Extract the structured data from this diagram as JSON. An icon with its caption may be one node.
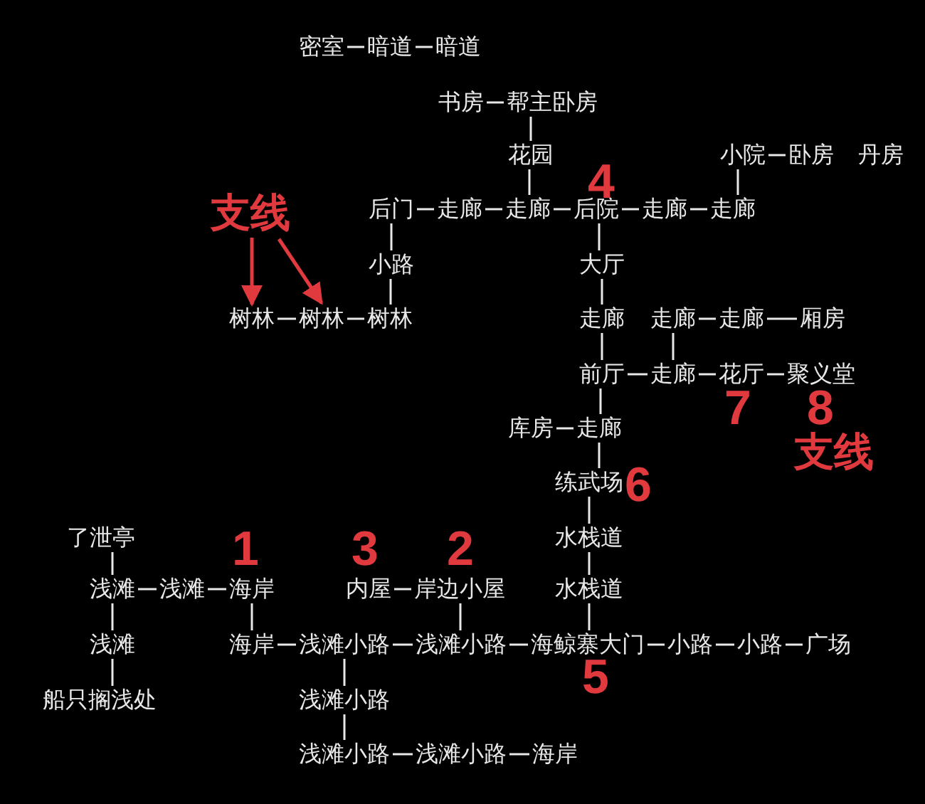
{
  "diagram": {
    "nodes": [
      {
        "text": [
          "密室"
        ]
      },
      {
        "text": [
          "暗道"
        ]
      },
      {
        "text": [
          "暗道"
        ]
      },
      {
        "text": [
          "书房"
        ]
      },
      {
        "text": [
          "帮主卧房"
        ]
      },
      {
        "text": [
          "花园"
        ]
      },
      {
        "text": [
          "后门"
        ]
      },
      {
        "text": [
          "走廊"
        ]
      },
      {
        "text": [
          "走廊"
        ]
      },
      {
        "text": [
          "后院"
        ]
      },
      {
        "text": [
          "走廊"
        ]
      },
      {
        "text": [
          "走廊"
        ]
      },
      {
        "text": [
          "小院"
        ]
      },
      {
        "text": [
          "卧房"
        ]
      },
      {
        "text": [
          "小路"
        ]
      },
      {
        "text": [
          "树林"
        ]
      },
      {
        "text": [
          "树林"
        ]
      },
      {
        "text": [
          "树林"
        ]
      },
      {
        "text": [
          "大厅"
        ]
      },
      {
        "text": [
          "走廊"
        ]
      },
      {
        "text": [
          "走廊"
        ]
      },
      {
        "text": [
          "走廊"
        ]
      },
      {
        "text": [
          "厢房"
        ]
      },
      {
        "text": [
          "前厅"
        ]
      },
      {
        "text": [
          "走廊"
        ]
      },
      {
        "text": [
          "花厅"
        ]
      },
      {
        "text": [
          "聚义堂"
        ]
      },
      {
        "text": [
          "库房"
        ]
      },
      {
        "text": [
          "走廊"
        ]
      },
      {
        "text": [
          "练武场"
        ]
      },
      {
        "text": [
          "水栈道"
        ]
      },
      {
        "text": [
          "水栈道"
        ]
      },
      {
        "text": [
          "了泄亭"
        ]
      },
      {
        "text": [
          "浅滩"
        ]
      },
      {
        "text": [
          "浅滩"
        ]
      },
      {
        "text": [
          "海岸"
        ]
      },
      {
        "text": [
          "内屋"
        ]
      },
      {
        "text": [
          "岸边小屋"
        ]
      },
      {
        "text": [
          "浅滩"
        ]
      },
      {
        "text": [
          "船只搁浅处"
        ]
      },
      {
        "text": [
          "海岸"
        ]
      },
      {
        "text": [
          "浅滩小路"
        ]
      },
      {
        "text": [
          "浅滩小路"
        ]
      },
      {
        "text": [
          "海鲸寨大门"
        ]
      },
      {
        "text": [
          "小路"
        ]
      },
      {
        "text": [
          "小路"
        ]
      },
      {
        "text": [
          "广场"
        ]
      },
      {
        "text": [
          "浅滩小路"
        ]
      },
      {
        "text": [
          "浅滩小路"
        ]
      },
      {
        "text": [
          "浅滩小路"
        ]
      },
      {
        "text": [
          "海岸"
        ]
      },
      {
        "text": [
          "支线"
        ]
      }
    ],
    "edges": [
      {
        "from": 0,
        "to": 1,
        "arrow": "none"
      },
      {
        "from": 1,
        "to": 2,
        "arrow": "none"
      },
      {
        "from": 3,
        "to": 4,
        "arrow": "none"
      },
      {
        "from": 4,
        "to": 5,
        "arrow": "none"
      },
      {
        "from": 5,
        "to": 8,
        "arrow": "none"
      },
      {
        "from": 6,
        "to": 7,
        "arrow": "none"
      },
      {
        "from": 7,
        "to": 8,
        "arrow": "none"
      },
      {
        "from": 8,
        "to": 9,
        "arrow": "none"
      },
      {
        "from": 9,
        "to": 10,
        "arrow": "none"
      },
      {
        "from": 10,
        "to": 11,
        "arrow": "none"
      },
      {
        "from": 12,
        "to": 11,
        "arrow": "none"
      },
      {
        "from": 12,
        "to": 13,
        "arrow": "none"
      },
      {
        "from": 6,
        "to": 14,
        "arrow": "none"
      },
      {
        "from": 14,
        "to": 17,
        "arrow": "none"
      },
      {
        "from": 15,
        "to": 16,
        "arrow": "none"
      },
      {
        "from": 16,
        "to": 17,
        "arrow": "none"
      },
      {
        "from": 9,
        "to": 18,
        "arrow": "none"
      },
      {
        "from": 18,
        "to": 19,
        "arrow": "none"
      },
      {
        "from": 20,
        "to": 21,
        "arrow": "none"
      },
      {
        "from": 21,
        "to": 22,
        "arrow": "none"
      },
      {
        "from": 20,
        "to": 24,
        "arrow": "none"
      },
      {
        "from": 19,
        "to": 23,
        "arrow": "none"
      },
      {
        "from": 23,
        "to": 24,
        "arrow": "none"
      },
      {
        "from": 24,
        "to": 25,
        "arrow": "none"
      },
      {
        "from": 25,
        "to": 26,
        "arrow": "none"
      },
      {
        "from": 23,
        "to": 28,
        "arrow": "none"
      },
      {
        "from": 27,
        "to": 28,
        "arrow": "none"
      },
      {
        "from": 28,
        "to": 29,
        "arrow": "none"
      },
      {
        "from": 29,
        "to": 30,
        "arrow": "none"
      },
      {
        "from": 30,
        "to": 31,
        "arrow": "none"
      },
      {
        "from": 31,
        "to": 43,
        "arrow": "none"
      },
      {
        "from": 32,
        "to": 33,
        "arrow": "none"
      },
      {
        "from": 33,
        "to": 34,
        "arrow": "none"
      },
      {
        "from": 34,
        "to": 35,
        "arrow": "none"
      },
      {
        "from": 33,
        "to": 38,
        "arrow": "none"
      },
      {
        "from": 38,
        "to": 39,
        "arrow": "none"
      },
      {
        "from": 35,
        "to": 40,
        "arrow": "none"
      },
      {
        "from": 36,
        "to": 37,
        "arrow": "none"
      },
      {
        "from": 37,
        "to": 42,
        "arrow": "none"
      },
      {
        "from": 40,
        "to": 41,
        "arrow": "none"
      },
      {
        "from": 41,
        "to": 42,
        "arrow": "none"
      },
      {
        "from": 42,
        "to": 43,
        "arrow": "none"
      },
      {
        "from": 43,
        "to": 44,
        "arrow": "none"
      },
      {
        "from": 44,
        "to": 45,
        "arrow": "none"
      },
      {
        "from": 45,
        "to": 46,
        "arrow": "none"
      },
      {
        "from": 41,
        "to": 47,
        "arrow": "none"
      },
      {
        "from": 47,
        "to": 48,
        "arrow": "none"
      },
      {
        "from": 48,
        "to": 49,
        "arrow": "none"
      },
      {
        "from": 49,
        "to": 50,
        "arrow": "none"
      },
      {
        "from": 51,
        "to": 15,
        "arrow": "to",
        "color": "#e0393e"
      },
      {
        "from": 51,
        "to": 16,
        "arrow": "to",
        "color": "#e0393e"
      }
    ],
    "labels": [
      "丹房",
      "4",
      "7",
      "8",
      "支线",
      "6",
      "1",
      "3",
      "2",
      "5"
    ]
  }
}
